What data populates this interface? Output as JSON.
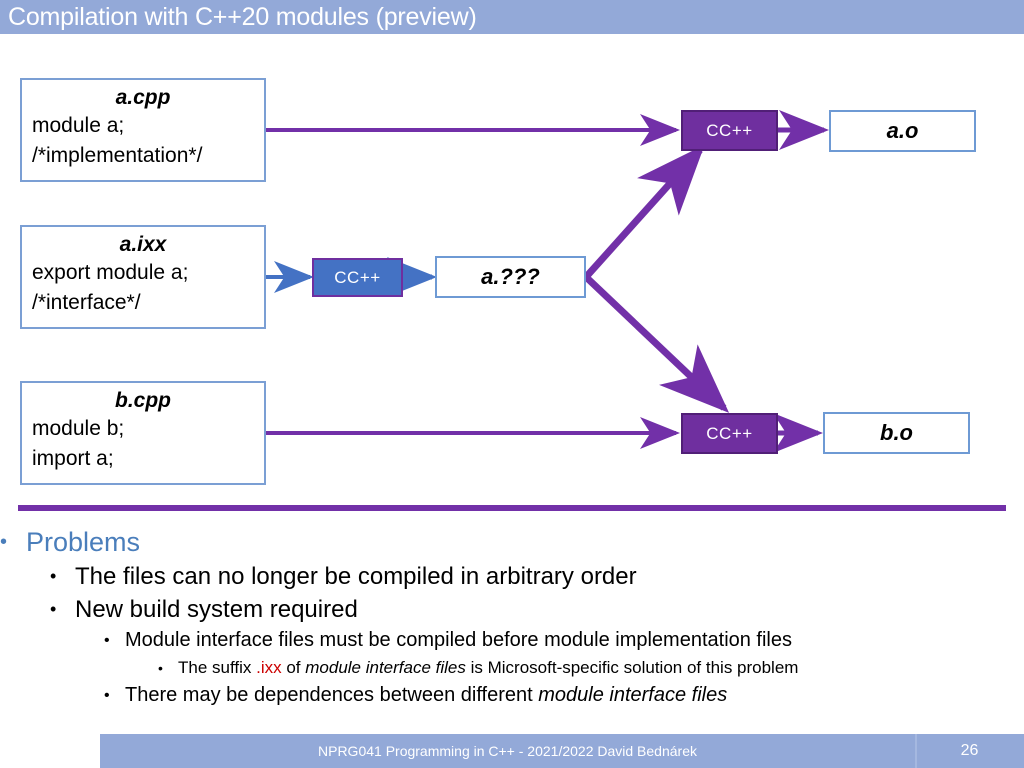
{
  "slide": {
    "title": "Compilation with C++20 modules (preview)"
  },
  "diagram": {
    "sources": [
      {
        "name": "a.cpp",
        "line1": "module a;",
        "line2": "/*implementation*/"
      },
      {
        "name": "a.ixx",
        "line1": "export module a;",
        "line2": "/*interface*/"
      },
      {
        "name": "b.cpp",
        "line1": "module b;",
        "line2": "import a;"
      }
    ],
    "compilers": [
      {
        "label": "CC++",
        "color": "#6f2f9f"
      },
      {
        "label": "CC++",
        "color": "#4472c4"
      },
      {
        "label": "CC++",
        "color": "#6f2f9f"
      }
    ],
    "artifacts": [
      {
        "label": "a.o"
      },
      {
        "label": "a.???"
      },
      {
        "label": "b.o"
      }
    ],
    "arrow_colors": {
      "purple": "#7230a8",
      "blue": "#4472c4"
    }
  },
  "bullets": {
    "problems": "Problems",
    "b1": "The files can no longer be compiled in arbitrary order",
    "b2": "New build system required",
    "b3": "Module interface files must be compiled before module implementation files",
    "b4_pre": "The suffix ",
    "b4_red": ".ixx",
    "b4_mid": " of ",
    "b4_ital": "module interface files",
    "b4_post": " is Microsoft-specific solution of this problem",
    "b5_pre": "There may be dependences between different ",
    "b5_ital": "module interface files",
    "dot": "•"
  },
  "footer": {
    "course": "NPRG041 Programming in C++ - 2021/2022 David Bednárek",
    "page": "26"
  }
}
